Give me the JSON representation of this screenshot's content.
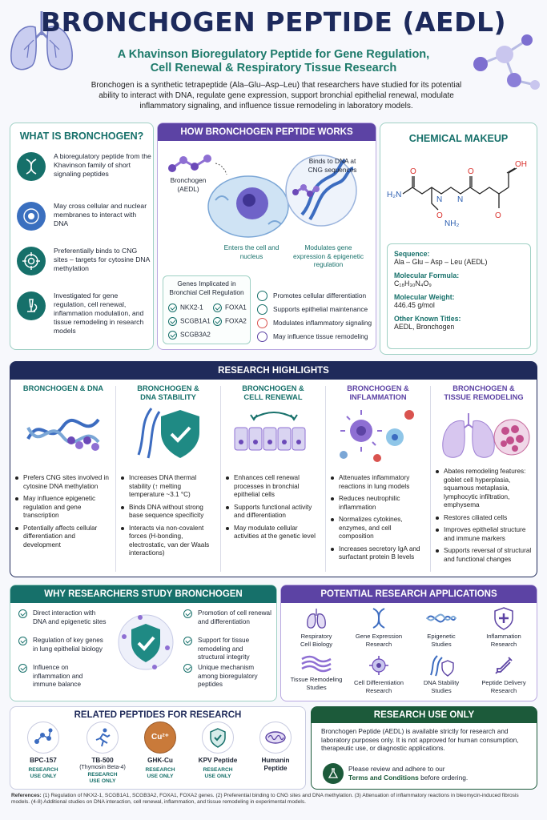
{
  "header": {
    "title": "BRONCHOGEN PEPTIDE (AEDL)",
    "subtitle_line1": "A Khavinson Bioregulatory Peptide for Gene Regulation,",
    "subtitle_line2": "Cell Renewal & Respiratory Tissue Research",
    "description": "Bronchogen is a synthetic tetrapeptide (Ala–Glu–Asp–Leu) that researchers have studied for its potential ability to interact with DNA, regulate gene expression, support bronchial epithelial renewal, modulate inflammatory signaling, and influence tissue remodeling in laboratory models."
  },
  "what_is": {
    "title": "WHAT IS BRONCHOGEN?",
    "items": [
      {
        "icon": "dna-icon",
        "text": "A bioregulatory peptide from the Khavinson family of short signaling peptides"
      },
      {
        "icon": "cell-membrane-icon",
        "text": "May cross cellular and nuclear membranes to interact with DNA"
      },
      {
        "icon": "target-icon",
        "text": "Preferentially binds to CNG sites – targets for cytosine DNA methylation"
      },
      {
        "icon": "microscope-icon",
        "text": "Investigated for gene regulation, cell renewal, inflammation modulation, and tissue remodeling in research models"
      }
    ]
  },
  "how_works": {
    "title": "HOW BRONCHOGEN PEPTIDE WORKS",
    "peptide_label_line1": "Bronchogen",
    "peptide_label_line2": "(AEDL)",
    "binds_label_line1": "Binds to DNA at",
    "binds_label_line2": "CNG sequences",
    "enters_label_line1": "Enters the cell and",
    "enters_label_line2": "nucleus",
    "modulates_label_line1": "Modulates gene",
    "modulates_label_line2": "expression & epigenetic",
    "modulates_label_line3": "regulation",
    "genes_title_line1": "Genes Implicated in",
    "genes_title_line2": "Bronchial Cell Regulation",
    "genes": [
      "NKX2-1",
      "FOXA1",
      "SCGB1A1",
      "FOXA2",
      "SCGB3A2"
    ],
    "effects": [
      {
        "icon": "cells-icon",
        "text": "Promotes cellular differentiation"
      },
      {
        "icon": "shield-icon",
        "text": "Supports epithelial maintenance"
      },
      {
        "icon": "flame-icon",
        "text": "Modulates inflammatory signaling"
      },
      {
        "icon": "tissue-icon",
        "text": "May influence tissue remodeling"
      }
    ]
  },
  "chemical": {
    "title": "CHEMICAL MAKEUP",
    "struct_h2n": "H₂N",
    "struct_nh2": "NH₂",
    "struct_n1": "N",
    "struct_n2": "N",
    "struct_o1": "O",
    "struct_o2": "O",
    "struct_o3": "O",
    "struct_o4": "O",
    "struct_oh": "OH",
    "sequence_label": "Sequence:",
    "sequence_value": "Ala – Glu – Asp – Leu (AEDL)",
    "formula_label": "Molecular Formula:",
    "formula_value": "C₁₈H₃₀N₄O₉",
    "weight_label": "Molecular Weight:",
    "weight_value": "446.45 g/mol",
    "titles_label": "Other Known Titles:",
    "titles_value": "AEDL, Bronchogen"
  },
  "research": {
    "title": "RESEARCH HIGHLIGHTS",
    "columns": [
      {
        "h1": "BRONCHOGEN & DNA",
        "h2": "",
        "bullets": [
          "Prefers CNG sites involved in cytosine DNA methylation",
          "May influence epigenetic regulation and gene transcription",
          "Potentially affects cellular differentiation and development"
        ]
      },
      {
        "h1": "BRONCHOGEN &",
        "h2": "DNA STABILITY",
        "bullets": [
          "Increases DNA thermal stability (↑ melting temperature ~3.1 °C)",
          "Binds DNA without strong base sequence specificity",
          "Interacts via non-covalent forces (H-bonding, electrostatic, van der Waals interactions)"
        ]
      },
      {
        "h1": "BRONCHOGEN &",
        "h2": "CELL RENEWAL",
        "bullets": [
          "Enhances cell renewal processes in bronchial epithelial cells",
          "Supports functional activity and differentiation",
          "May modulate cellular activities at the genetic level"
        ]
      },
      {
        "h1": "BRONCHOGEN &",
        "h2": "INFLAMMATION",
        "bullets": [
          "Attenuates inflammatory reactions in lung models",
          "Reduces neutrophilic inflammation",
          "Normalizes cytokines, enzymes, and cell composition",
          "Increases secretory IgA and surfactant protein B levels"
        ]
      },
      {
        "h1": "BRONCHOGEN &",
        "h2": "TISSUE REMODELING",
        "bullets": [
          "Abates remodeling features: goblet cell hyperplasia, squamous metaplasia, lymphocytic infiltration, emphysema",
          "Restores ciliated cells",
          "Improves epithelial structure and immune markers",
          "Supports reversal of structural and functional changes"
        ]
      }
    ]
  },
  "why": {
    "title": "WHY RESEARCHERS STUDY BRONCHOGEN",
    "left": [
      "Direct interaction with DNA and epigenetic sites",
      "Regulation of key genes in lung epithelial biology",
      "Influence on inflammation and immune balance"
    ],
    "right": [
      "Promotion of cell renewal and differentiation",
      "Support for tissue remodeling and structural integrity",
      "Unique mechanism among bioregulatory peptides"
    ]
  },
  "applications": {
    "title": "POTENTIAL RESEARCH APPLICATIONS",
    "items": [
      {
        "icon": "lungs-icon",
        "l1": "Respiratory",
        "l2": "Cell Biology"
      },
      {
        "icon": "dna-icon",
        "l1": "Gene Expression",
        "l2": "Research"
      },
      {
        "icon": "epigenetic-icon",
        "l1": "Epigenetic",
        "l2": "Studies"
      },
      {
        "icon": "shield-plus-icon",
        "l1": "Inflammation",
        "l2": "Research"
      },
      {
        "icon": "tissue-icon",
        "l1": "Tissue Remodeling",
        "l2": "Studies"
      },
      {
        "icon": "cell-icon",
        "l1": "Cell Differentiation",
        "l2": "Research"
      },
      {
        "icon": "dna-shield-icon",
        "l1": "DNA Stability",
        "l2": "Studies"
      },
      {
        "icon": "syringe-icon",
        "l1": "Peptide Delivery",
        "l2": "Research"
      }
    ]
  },
  "related": {
    "title": "RELATED PEPTIDES FOR RESEARCH",
    "ro_line1": "RESEARCH",
    "ro_line2": "USE ONLY",
    "cu_symbol": "Cu²⁺",
    "items": [
      {
        "icon": "molecule-icon",
        "name": "BPC-157",
        "sub": ""
      },
      {
        "icon": "runner-icon",
        "name": "TB-500",
        "sub": "(Thymosin Beta-4)"
      },
      {
        "icon": "copper-icon",
        "name": "GHK-Cu",
        "sub": ""
      },
      {
        "icon": "shield-icon",
        "name": "KPV Peptide",
        "sub": ""
      },
      {
        "icon": "mitochondria-icon",
        "name": "Humanin",
        "sub": "Peptide"
      }
    ]
  },
  "research_use": {
    "title": "RESEARCH USE ONLY",
    "body": "Bronchogen Peptide (AEDL) is available strictly for research and laboratory purposes only. It is not approved for human consumption, therapeutic use, or diagnostic applications.",
    "notice_prefix": "Please review and adhere to our",
    "notice_link": "Terms and Conditions",
    "notice_suffix": " before ordering."
  },
  "references": {
    "label": "References:",
    "text": "(1) Regulation of NKX2-1, SCGB1A1, SCGB3A2, FOXA1, FOXA2 genes. (2) Preferential binding to CNG sites and DNA methylation. (3) Attenuation of inflammatory reactions in bleomycin-induced fibrosis models. (4-8) Additional studies on DNA interaction, cell renewal, inflammation, and tissue remodeling in experimental models."
  },
  "colors": {
    "navy": "#1f2a5a",
    "teal": "#16706a",
    "purple": "#5c43a4"
  }
}
